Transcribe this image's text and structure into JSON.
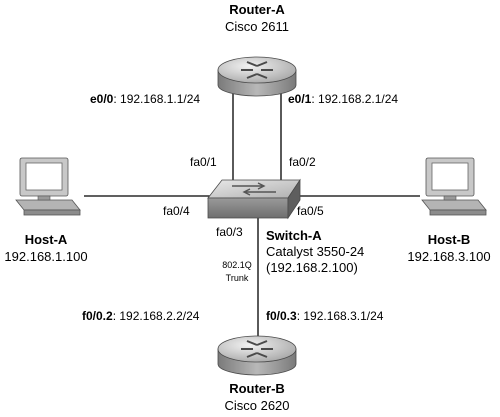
{
  "router_a": {
    "name": "Router-A",
    "model": "Cisco 2611"
  },
  "router_b": {
    "name": "Router-B",
    "model": "Cisco 2620"
  },
  "switch_a": {
    "name": "Switch-A",
    "model": "Catalyst 3550-24",
    "ip": "(192.168.2.100)"
  },
  "host_a": {
    "name": "Host-A",
    "ip": "192.168.1.100"
  },
  "host_b": {
    "name": "Host-B",
    "ip": "192.168.3.100"
  },
  "links": {
    "ra_e00": {
      "iface": "e0/0",
      "addr": ": 192.168.1.1/24"
    },
    "ra_e01": {
      "iface": "e0/1",
      "addr": ": 192.168.2.1/24"
    },
    "rb_f002": {
      "iface": "f0/0.2",
      "addr": ": 192.168.2.2/24"
    },
    "rb_f003": {
      "iface": "f0/0.3",
      "addr": ": 192.168.3.1/24"
    }
  },
  "ports": {
    "fa01": "fa0/1",
    "fa02": "fa0/2",
    "fa03": "fa0/3",
    "fa04": "fa0/4",
    "fa05": "fa0/5"
  },
  "trunk": {
    "line1": "802.1Q",
    "line2": "Trunk"
  },
  "colors": {
    "line": "#000000",
    "device_dark": "#8a8a8a",
    "device_mid": "#c4c4c4",
    "device_light": "#ececec",
    "screen": "#ffffff"
  }
}
